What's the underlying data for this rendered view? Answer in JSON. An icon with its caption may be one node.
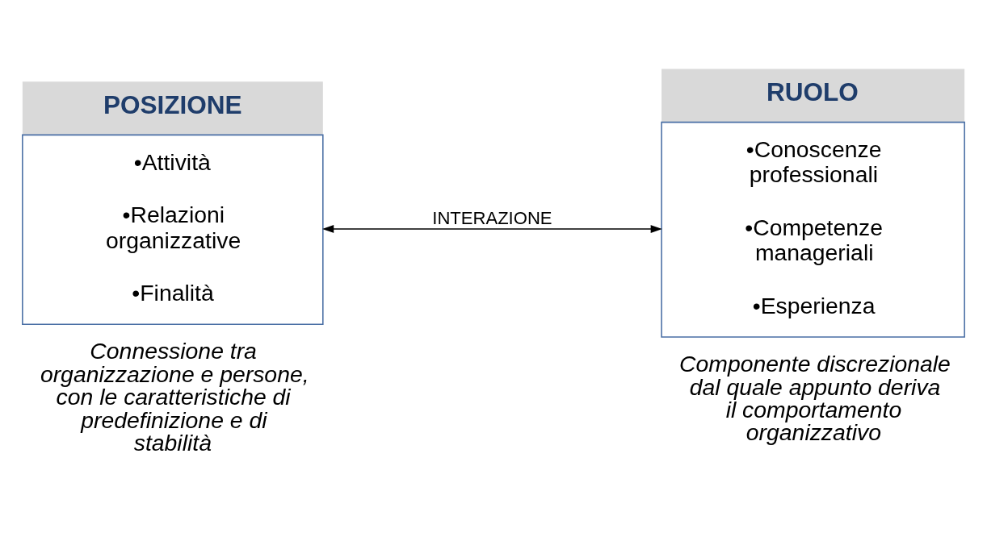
{
  "diagram": {
    "nodes": [
      {
        "text": [
          "POSIZIONE",
          "•Attività",
          "•Relazioni organizzative",
          "•Finalità"
        ],
        "beside": [
          "Connessione tra organizzazione e persone, con le caratteristiche di predefinizione e di stabilità"
        ]
      },
      {
        "text": [
          "RUOLO",
          "•Conoscenze professionali",
          "•Competenze manageriali",
          "•Esperienza"
        ],
        "beside": [
          "Componente discrezionale dal quale appunto deriva il comportamento organizzativo"
        ]
      }
    ],
    "edges": [
      {
        "from": 0,
        "to": 1,
        "arrow": "both",
        "label": "INTERAZIONE"
      }
    ]
  }
}
